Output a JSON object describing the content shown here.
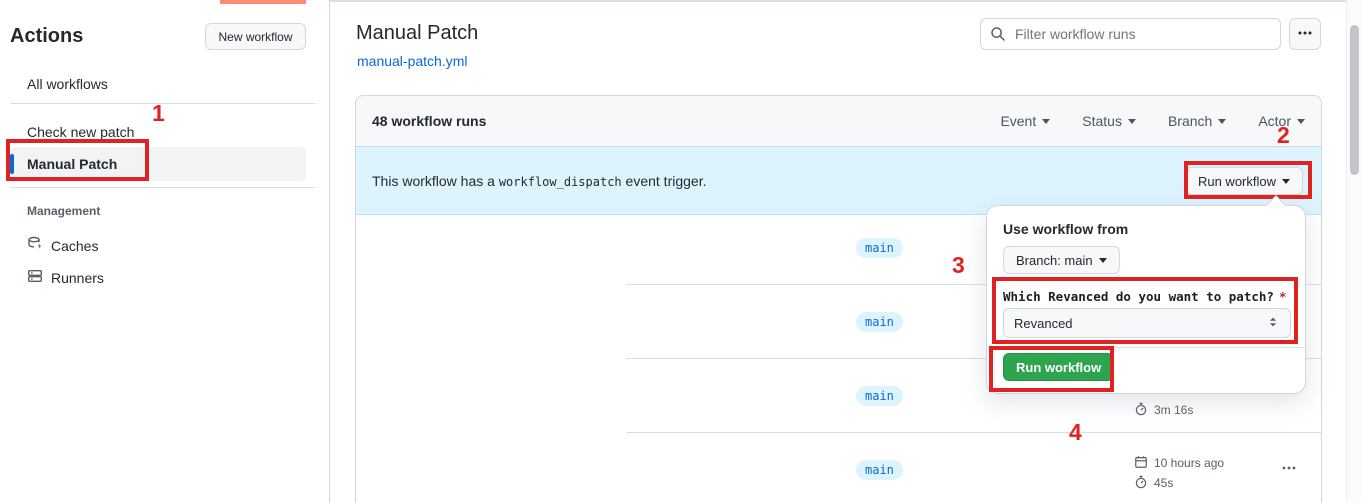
{
  "colors": {
    "annotation_red": "#e02222",
    "accent_blue": "#0969da",
    "success_green": "#2da44e",
    "banner_blue": "#ddf4ff",
    "top_tab_accent": "#fd8c73"
  },
  "sidebar": {
    "title": "Actions",
    "new_workflow_button": "New workflow",
    "items": [
      {
        "label": "All workflows",
        "selected": false
      },
      {
        "label": "Check new patch",
        "selected": false
      },
      {
        "label": "Manual Patch",
        "selected": true
      }
    ],
    "management": {
      "label": "Management",
      "items": [
        {
          "label": "Caches"
        },
        {
          "label": "Runners"
        }
      ]
    }
  },
  "header": {
    "title": "Manual Patch",
    "workflow_file_link": "manual-patch.yml",
    "filter_placeholder": "Filter workflow runs"
  },
  "runs_card": {
    "count_label": "48 workflow runs",
    "filters": [
      {
        "label": "Event"
      },
      {
        "label": "Status"
      },
      {
        "label": "Branch"
      },
      {
        "label": "Actor"
      }
    ],
    "banner": {
      "text_before": "This workflow has a ",
      "code": "workflow_dispatch",
      "text_after": " event trigger.",
      "run_workflow_button": "Run workflow"
    },
    "rows": [
      {
        "branch": "main"
      },
      {
        "branch": "main"
      },
      {
        "branch": "main",
        "duration": "3m 16s"
      },
      {
        "branch": "main",
        "age": "10 hours ago",
        "duration": "45s"
      }
    ]
  },
  "popup": {
    "title": "Use workflow from",
    "branch_button": "Branch: main",
    "input_label": "Which Revanced do you want to patch?",
    "required_mark": "*",
    "select_value": "Revanced",
    "run_button": "Run workflow"
  },
  "annotations": {
    "labels": [
      "1",
      "2",
      "3",
      "4"
    ]
  }
}
